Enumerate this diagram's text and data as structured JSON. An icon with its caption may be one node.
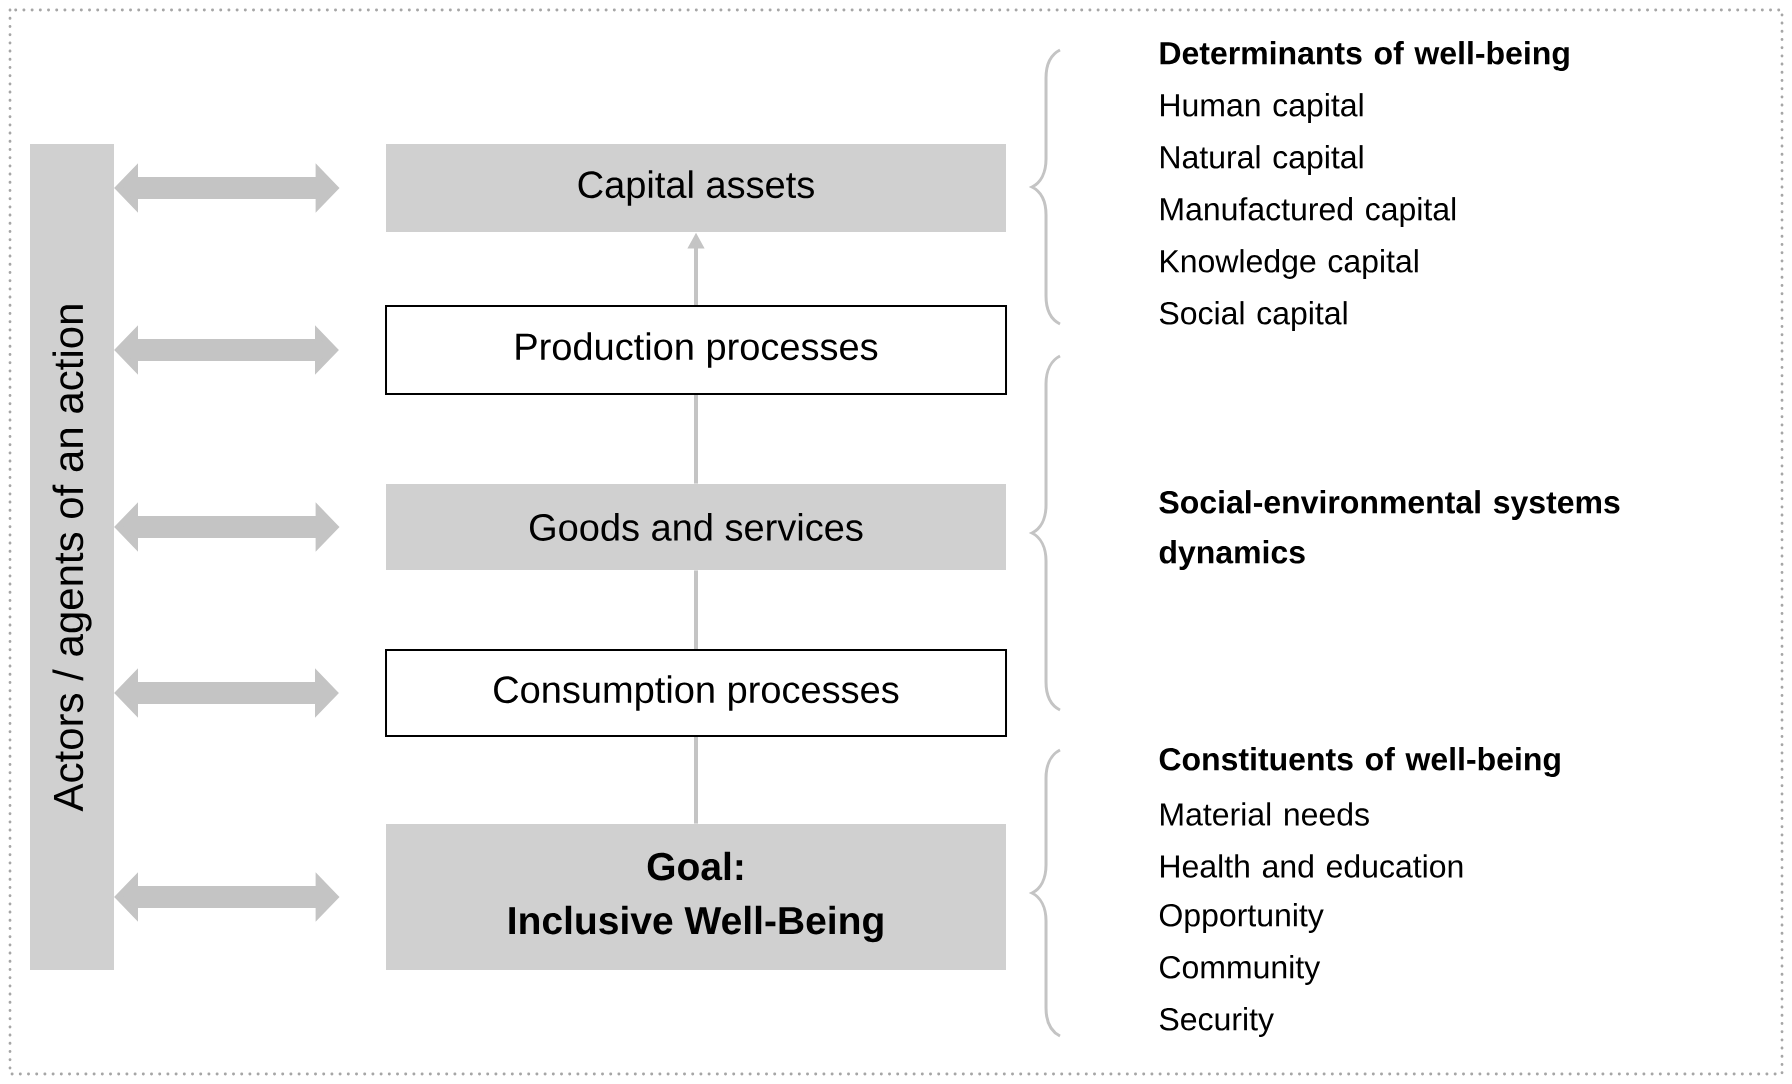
{
  "diagram": {
    "nodes": [
      {
        "text": [
          "Actors / agents of an action"
        ]
      },
      {
        "text": [
          "Capital assets"
        ]
      },
      {
        "text": [
          "Production processes"
        ]
      },
      {
        "text": [
          "Goods and services"
        ]
      },
      {
        "text": [
          "Consumption processes"
        ]
      },
      {
        "text": [
          "Goal:",
          "Inclusive Well-Being"
        ]
      }
    ],
    "edges": [
      {
        "from": 0,
        "to": 1,
        "arrow": "both"
      },
      {
        "from": 0,
        "to": 2,
        "arrow": "both"
      },
      {
        "from": 0,
        "to": 3,
        "arrow": "both"
      },
      {
        "from": 0,
        "to": 4,
        "arrow": "both"
      },
      {
        "from": 0,
        "to": 5,
        "arrow": "both"
      },
      {
        "from": 5,
        "to": 4,
        "arrow": "none"
      },
      {
        "from": 4,
        "to": 3,
        "arrow": "none"
      },
      {
        "from": 3,
        "to": 2,
        "arrow": "none"
      },
      {
        "from": 2,
        "to": 1,
        "arrow": "to"
      }
    ],
    "labels": [
      "Determinants of well-being",
      "Human capital",
      "Natural capital",
      "Manufactured capital",
      "Knowledge capital",
      "Social capital",
      "Social-environmental systems dynamics",
      "Constituents of well-being",
      "Material needs",
      "Health and education",
      "Opportunity",
      "Community",
      "Security"
    ]
  }
}
